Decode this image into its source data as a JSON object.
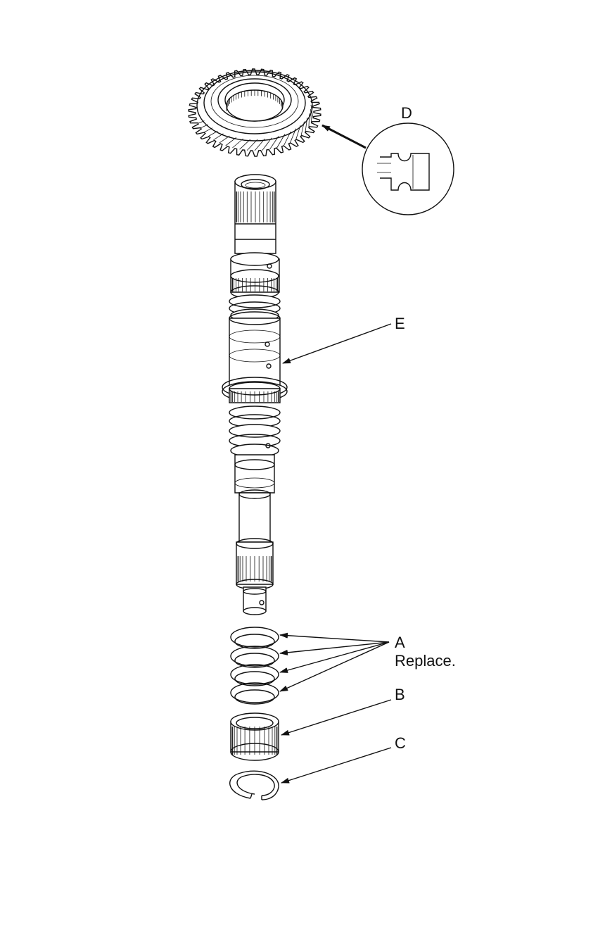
{
  "labels": {
    "a": "A",
    "a_note": "Replace.",
    "b": "B",
    "c": "C",
    "d": "D",
    "e": "E"
  },
  "colors": {
    "line": "#111111",
    "background": "#ffffff"
  }
}
